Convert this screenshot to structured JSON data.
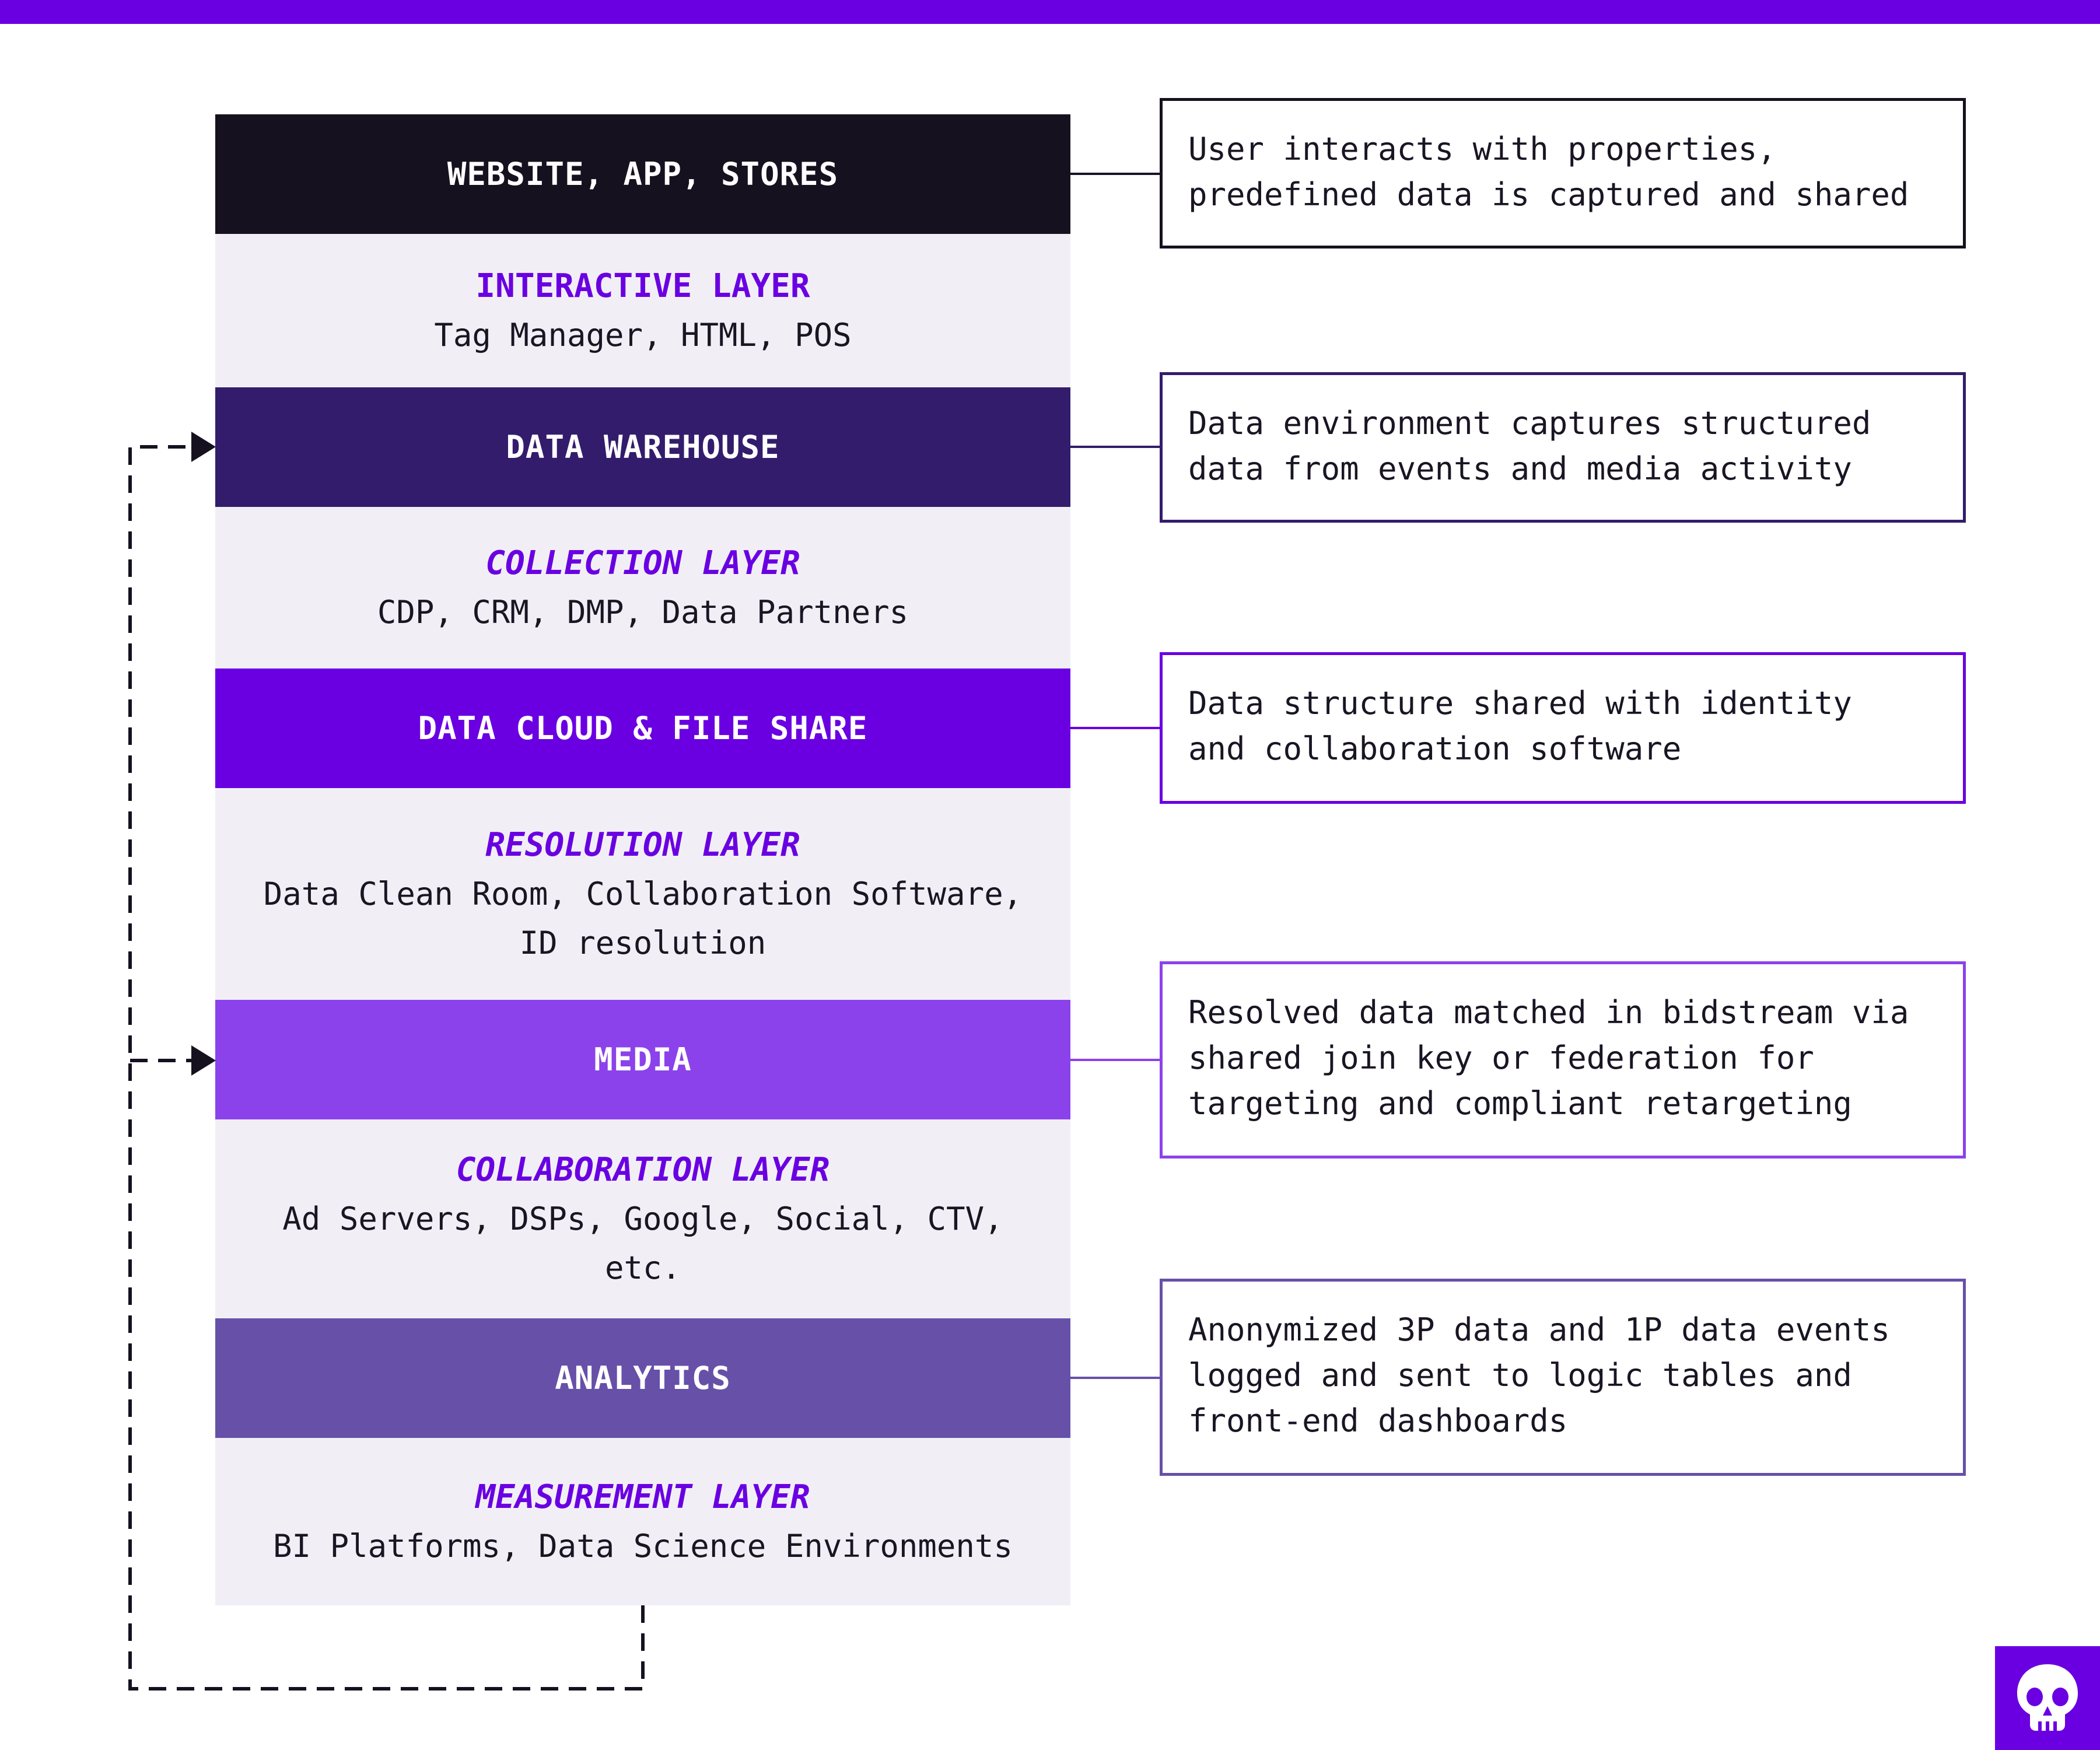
{
  "colors": {
    "accent": "#6a00e2",
    "layer_bg": "#f1eff5",
    "ink": "#1a1523",
    "warehouse": "#331c6c",
    "cloud": "#6a00e2",
    "media": "#8b42eb",
    "analytics": "#6750a8"
  },
  "stack": {
    "bands": [
      {
        "label": "WEBSITE, APP, STORES"
      },
      {
        "label": "DATA WAREHOUSE"
      },
      {
        "label": "DATA CLOUD & FILE SHARE"
      },
      {
        "label": "MEDIA"
      },
      {
        "label": "ANALYTICS"
      }
    ],
    "layers": [
      {
        "title": "INTERACTIVE LAYER",
        "items": "Tag Manager, HTML, POS"
      },
      {
        "title": "COLLECTION LAYER",
        "items": "CDP, CRM, DMP, Data Partners"
      },
      {
        "title": "RESOLUTION LAYER",
        "items": "Data Clean Room, Collaboration Software, ID resolution"
      },
      {
        "title": "COLLABORATION LAYER",
        "items": "Ad Servers, DSPs, Google, Social, CTV, etc."
      },
      {
        "title": "MEASUREMENT LAYER",
        "items": "BI Platforms, Data Science Environments"
      }
    ]
  },
  "notes": [
    {
      "lines": [
        "User interacts with properties,",
        "predefined data is captured and shared"
      ]
    },
    {
      "lines": [
        "Data environment captures structured",
        "data from events and media activity"
      ]
    },
    {
      "lines": [
        "Data structure shared with identity",
        "and collaboration software"
      ]
    },
    {
      "lines": [
        "Resolved data matched in bidstream via",
        "shared join key or federation for",
        "targeting and compliant retargeting"
      ]
    },
    {
      "lines": [
        "Anonymized 3P data and 1P data events",
        "logged and sent to logic tables and",
        "front-end dashboards"
      ]
    }
  ],
  "badge": {
    "icon": "skull-icon"
  }
}
